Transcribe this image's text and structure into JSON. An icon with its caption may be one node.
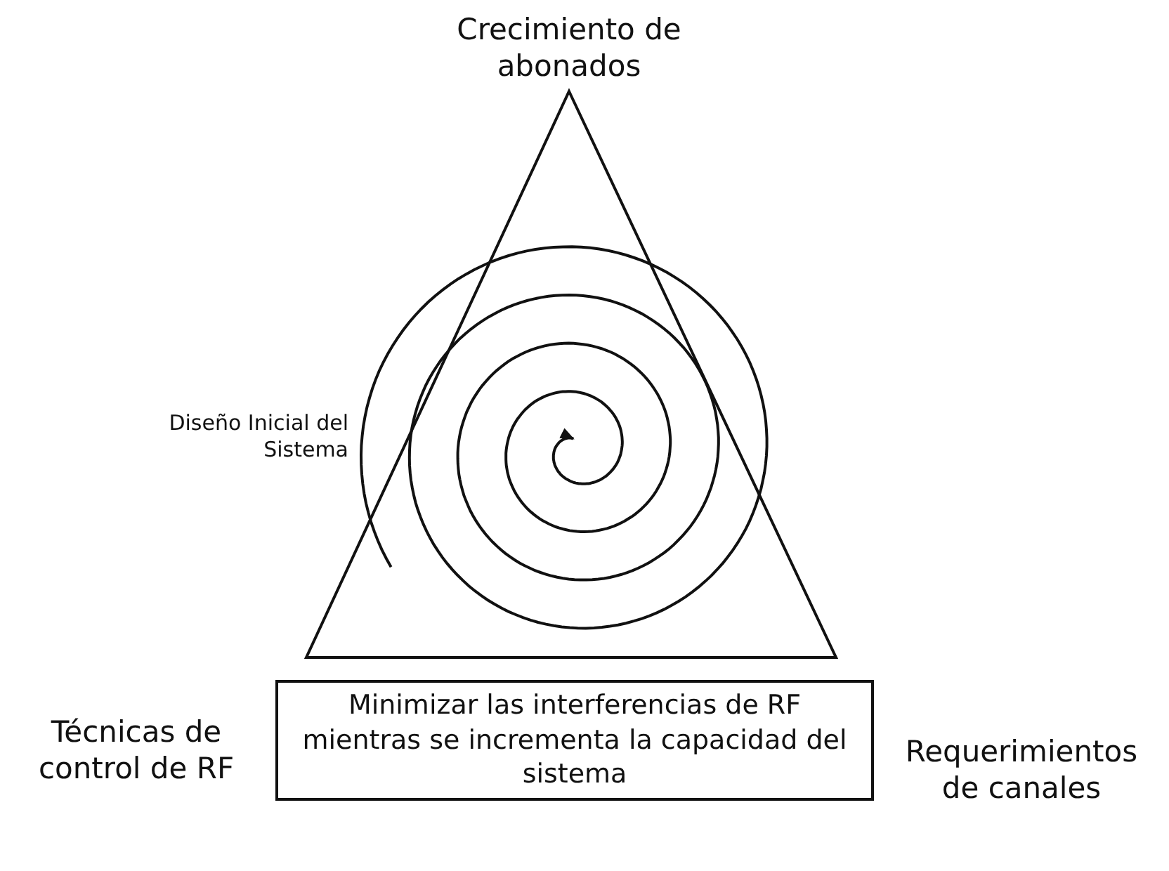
{
  "diagram": {
    "nodes": [
      {
        "text": [
          "Minimizar las interferencias de RF mientras se incrementa la capacidad del sistema"
        ]
      }
    ],
    "edges": [],
    "labels": [
      "Crecimiento de abonados",
      "Diseño Inicial del Sistema",
      "Técnicas de control de RF",
      "Requerimientos de canales"
    ]
  }
}
